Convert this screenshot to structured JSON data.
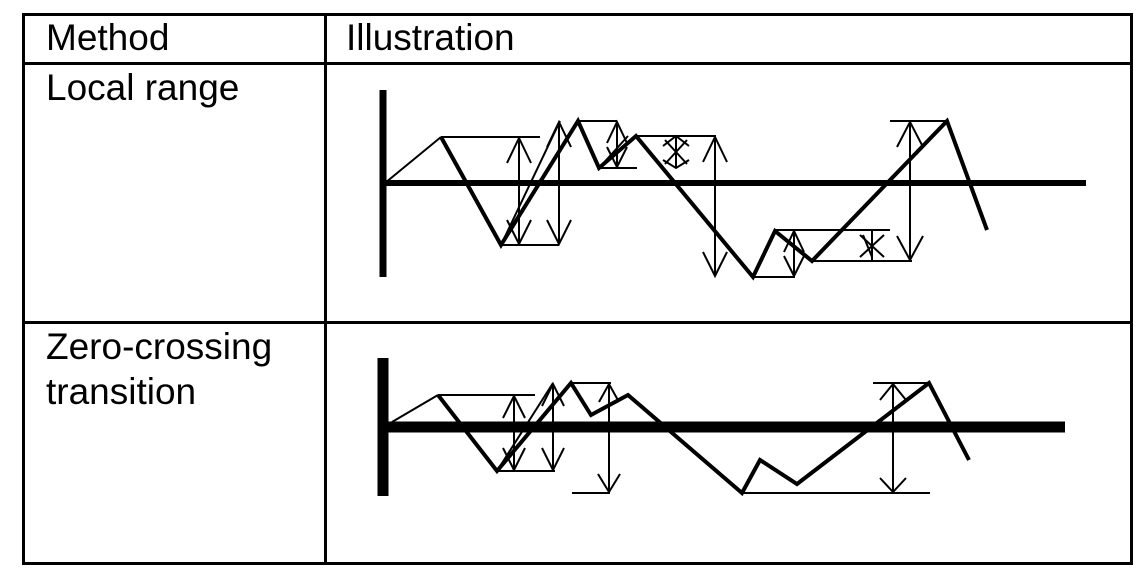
{
  "table": {
    "headers": {
      "method": "Method",
      "illustration": "Illustration"
    },
    "rows": [
      {
        "method": "Local range",
        "illustration": "local-range-waveform-diagram"
      },
      {
        "method_line1": "Zero-crossing",
        "method_line2": "transition",
        "illustration": "zero-crossing-transition-waveform-diagram"
      }
    ]
  },
  "colors": {
    "lines": "#000000",
    "background": "#ffffff"
  }
}
